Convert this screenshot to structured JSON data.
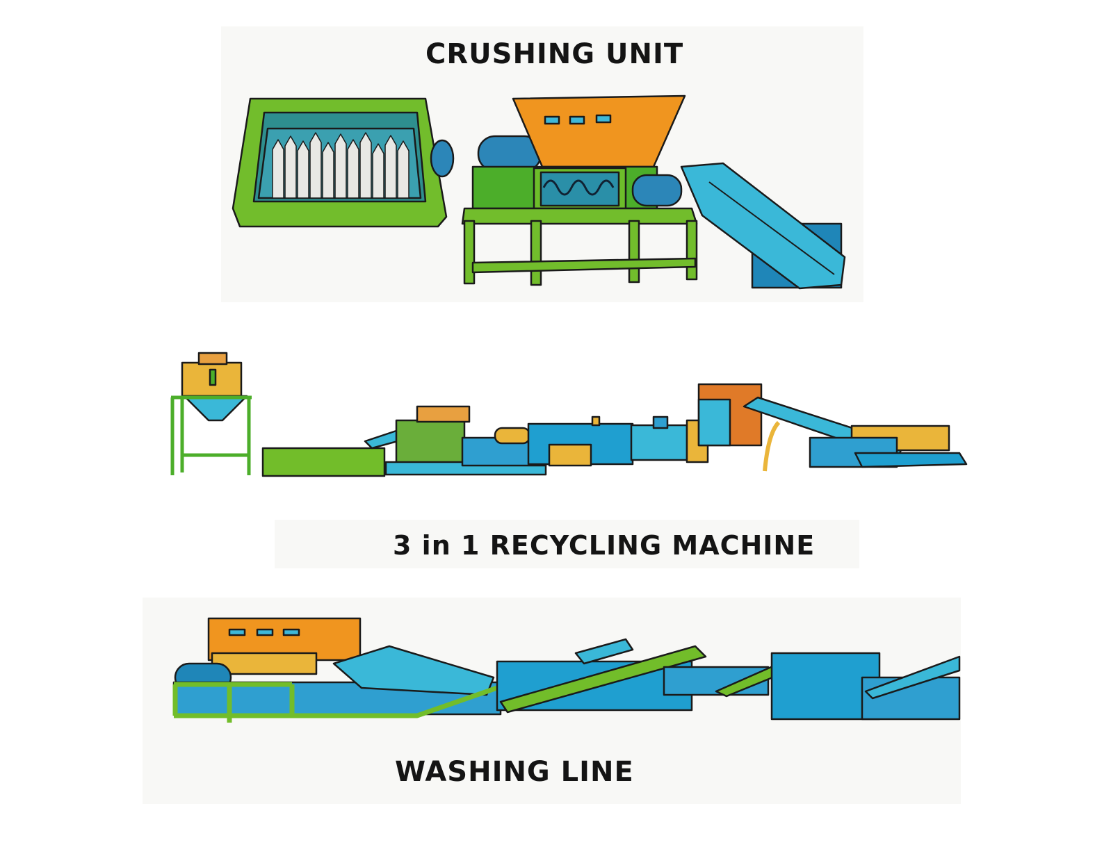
{
  "sections": {
    "crushing": {
      "title": "CRUSHING UNIT"
    },
    "recycling": {
      "title": "3 in 1 RECYCLING MACHINE"
    },
    "washing": {
      "title": "WASHING LINE"
    }
  },
  "colors": {
    "green": "#6fbf2a",
    "orange": "#f0951f",
    "blue": "#1f9fd0",
    "yellow": "#eab53a",
    "outline": "#1a1a1a"
  }
}
